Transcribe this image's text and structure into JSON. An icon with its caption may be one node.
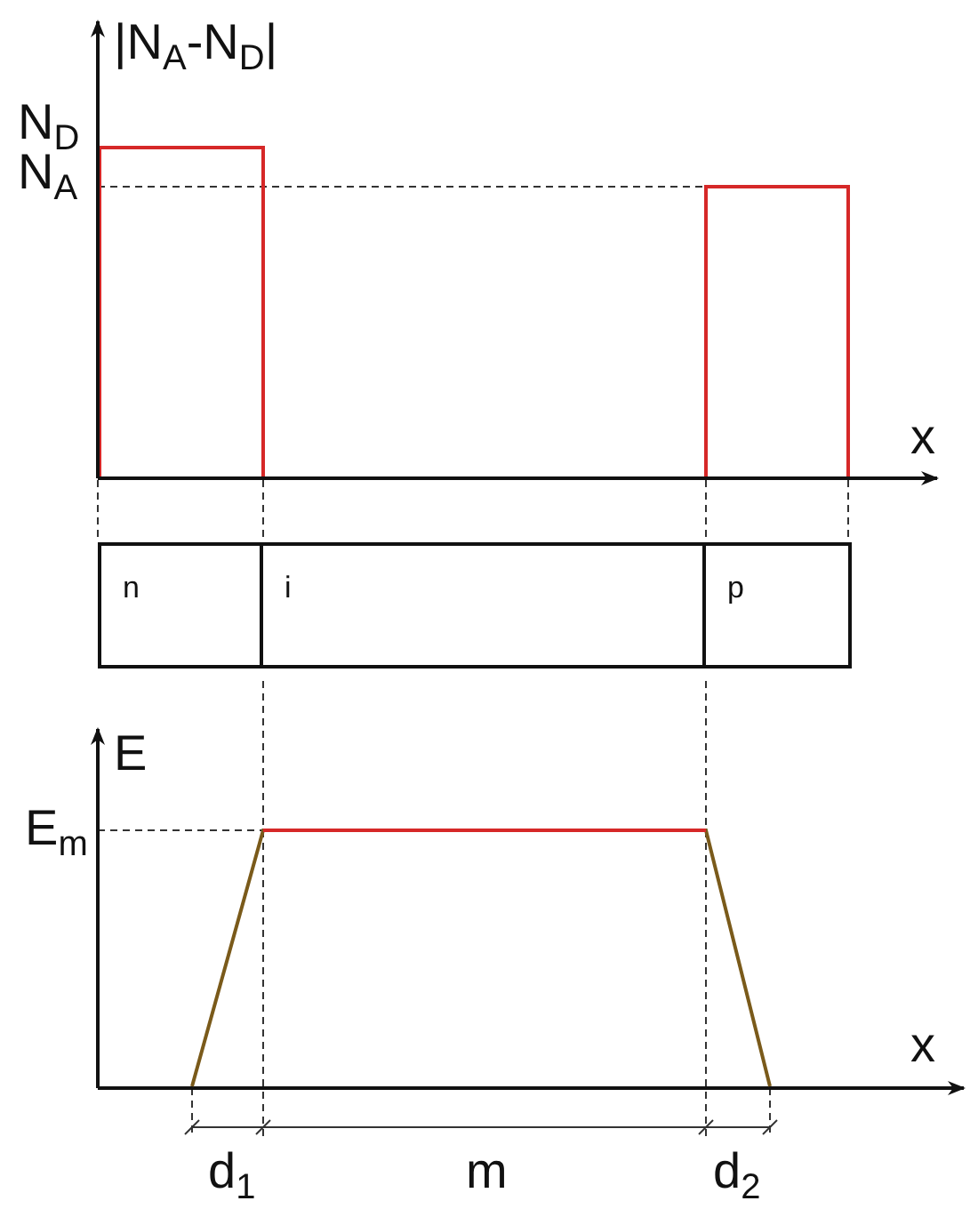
{
  "diagram": {
    "nodes": [
      {
        "text": [
          "n"
        ]
      },
      {
        "text": [
          "i"
        ]
      },
      {
        "text": [
          "p"
        ]
      }
    ],
    "labels": [
      "|N$_{A}$-N$_{D}$|",
      "N$_{D}$",
      "N$_{A}$",
      "x",
      "E",
      "E$_{m}$",
      "x",
      "d$_{1}$",
      "m",
      "d$_{2}$"
    ]
  }
}
